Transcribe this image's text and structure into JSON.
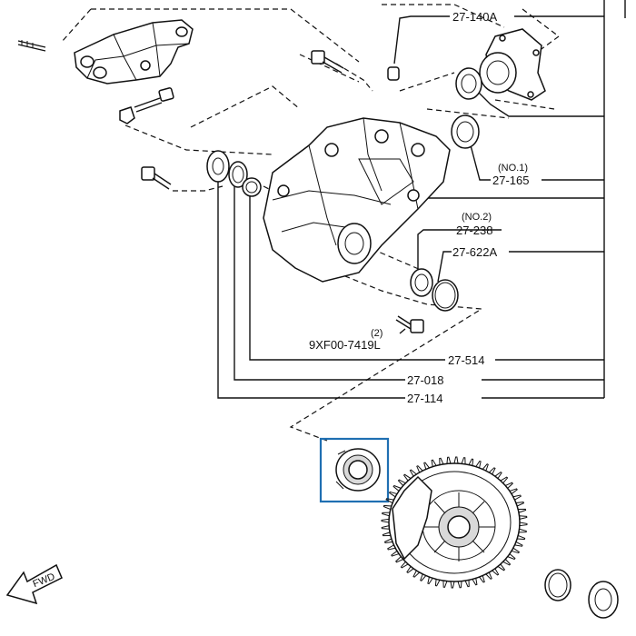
{
  "diagram": {
    "callouts": [
      {
        "id": "27-140A",
        "code": "27-140A",
        "note": ""
      },
      {
        "id": "27-165",
        "code": "27-165",
        "note": "(NO.1)"
      },
      {
        "id": "27-238",
        "code": "27-238",
        "note": "(NO.2)"
      },
      {
        "id": "27-622A",
        "code": "27-622A",
        "note": ""
      },
      {
        "id": "9XF00-7419L",
        "code": "9XF00-7419L",
        "note": "(2)"
      },
      {
        "id": "27-514",
        "code": "27-514",
        "note": ""
      },
      {
        "id": "27-018",
        "code": "27-018",
        "note": ""
      },
      {
        "id": "27-114",
        "code": "27-114",
        "note": ""
      }
    ],
    "fwd_label": "FWD",
    "highlight_color": "#1f6fb2"
  }
}
